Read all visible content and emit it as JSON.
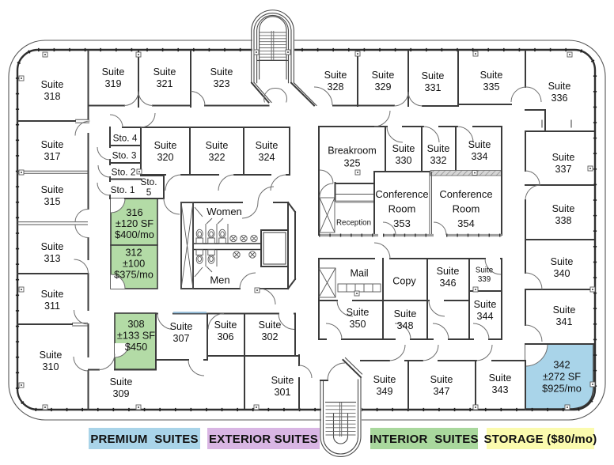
{
  "legend": {
    "items": [
      {
        "id": "premium",
        "label": "PREMIUM  SUITES",
        "color": "#a9d4e9"
      },
      {
        "id": "exterior",
        "label": "EXTERIOR SUITES",
        "color": "#d9b6e4"
      },
      {
        "id": "interior",
        "label": "INTERIOR  SUITES",
        "color": "#a9d89d"
      },
      {
        "id": "storage",
        "label": "STORAGE ($80/mo)",
        "color": "#fbfbae"
      }
    ]
  },
  "colors": {
    "premium_room": "#a9d4e9",
    "interior_room": "#b3dba6",
    "wall": "#3b3b3b",
    "suite307_accent": "#8fb9d6"
  },
  "rooms": [
    {
      "id": "318",
      "lines": [
        "Suite",
        "318"
      ],
      "type": "exterior"
    },
    {
      "id": "319",
      "lines": [
        "Suite",
        "319"
      ],
      "type": "exterior"
    },
    {
      "id": "321",
      "lines": [
        "Suite",
        "321"
      ],
      "type": "exterior"
    },
    {
      "id": "323",
      "lines": [
        "Suite",
        "323"
      ],
      "type": "exterior"
    },
    {
      "id": "328",
      "lines": [
        "Suite",
        "328"
      ],
      "type": "exterior"
    },
    {
      "id": "329",
      "lines": [
        "Suite",
        "329"
      ],
      "type": "exterior"
    },
    {
      "id": "331",
      "lines": [
        "Suite",
        "331"
      ],
      "type": "exterior"
    },
    {
      "id": "335",
      "lines": [
        "Suite",
        "335"
      ],
      "type": "exterior"
    },
    {
      "id": "336",
      "lines": [
        "Suite",
        "336"
      ],
      "type": "exterior"
    },
    {
      "id": "317",
      "lines": [
        "Suite",
        "317"
      ],
      "type": "exterior"
    },
    {
      "id": "315",
      "lines": [
        "Suite",
        "315"
      ],
      "type": "exterior"
    },
    {
      "id": "313",
      "lines": [
        "Suite",
        "313"
      ],
      "type": "exterior"
    },
    {
      "id": "311",
      "lines": [
        "Suite",
        "311"
      ],
      "type": "exterior"
    },
    {
      "id": "310",
      "lines": [
        "Suite",
        "310"
      ],
      "type": "exterior"
    },
    {
      "id": "337",
      "lines": [
        "Suite",
        "337"
      ],
      "type": "exterior"
    },
    {
      "id": "338",
      "lines": [
        "Suite",
        "338"
      ],
      "type": "exterior"
    },
    {
      "id": "340",
      "lines": [
        "Suite",
        "340"
      ],
      "type": "exterior"
    },
    {
      "id": "341",
      "lines": [
        "Suite",
        "341"
      ],
      "type": "exterior"
    },
    {
      "id": "sto4",
      "lines": [
        "Sto. 4"
      ],
      "type": "storage"
    },
    {
      "id": "sto3",
      "lines": [
        "Sto. 3"
      ],
      "type": "storage"
    },
    {
      "id": "sto2",
      "lines": [
        "Sto. 2"
      ],
      "type": "storage"
    },
    {
      "id": "sto1",
      "lines": [
        "Sto. 1"
      ],
      "type": "storage"
    },
    {
      "id": "sto5",
      "lines": [
        "Sto.",
        "5"
      ],
      "type": "storage"
    },
    {
      "id": "320",
      "lines": [
        "Suite",
        "320"
      ],
      "type": "interior"
    },
    {
      "id": "322",
      "lines": [
        "Suite",
        "322"
      ],
      "type": "interior"
    },
    {
      "id": "324",
      "lines": [
        "Suite",
        "324"
      ],
      "type": "interior"
    },
    {
      "id": "316",
      "lines": [
        "316",
        "±120 SF",
        "$400/mo"
      ],
      "type": "interior"
    },
    {
      "id": "312",
      "lines": [
        "312",
        "±100",
        "$375/mo"
      ],
      "type": "interior"
    },
    {
      "id": "308",
      "lines": [
        "308",
        "±133 SF",
        "$450"
      ],
      "type": "interior"
    },
    {
      "id": "342",
      "lines": [
        "342",
        "±272 SF",
        "$925/mo"
      ],
      "type": "premium"
    },
    {
      "id": "women",
      "lines": [
        "Women"
      ],
      "type": "common"
    },
    {
      "id": "men",
      "lines": [
        "Men"
      ],
      "type": "common"
    },
    {
      "id": "breakroom",
      "lines": [
        "Breakroom",
        "325"
      ],
      "type": "common"
    },
    {
      "id": "330",
      "lines": [
        "Suite",
        "330"
      ],
      "type": "interior"
    },
    {
      "id": "332",
      "lines": [
        "Suite",
        "332"
      ],
      "type": "interior"
    },
    {
      "id": "334",
      "lines": [
        "Suite",
        "334"
      ],
      "type": "interior"
    },
    {
      "id": "conf353",
      "lines": [
        "Conference",
        "Room",
        "353"
      ],
      "type": "common"
    },
    {
      "id": "conf354",
      "lines": [
        "Conference",
        "Room",
        "354"
      ],
      "type": "common"
    },
    {
      "id": "reception",
      "lines": [
        "Reception"
      ],
      "type": "common"
    },
    {
      "id": "mail",
      "lines": [
        "Mail"
      ],
      "type": "common"
    },
    {
      "id": "copy",
      "lines": [
        "Copy"
      ],
      "type": "common"
    },
    {
      "id": "346",
      "lines": [
        "Suite",
        "346"
      ],
      "type": "interior"
    },
    {
      "id": "339",
      "lines": [
        "Suite",
        "339"
      ],
      "type": "interior"
    },
    {
      "id": "344",
      "lines": [
        "Suite",
        "344"
      ],
      "type": "interior"
    },
    {
      "id": "350",
      "lines": [
        "Suite",
        "350"
      ],
      "type": "interior"
    },
    {
      "id": "348",
      "lines": [
        "Suite",
        "348"
      ],
      "type": "interior"
    },
    {
      "id": "307",
      "lines": [
        "Suite",
        "307"
      ],
      "type": "interior"
    },
    {
      "id": "306",
      "lines": [
        "Suite",
        "306"
      ],
      "type": "interior"
    },
    {
      "id": "302",
      "lines": [
        "Suite",
        "302"
      ],
      "type": "interior"
    },
    {
      "id": "309",
      "lines": [
        "Suite",
        "309"
      ],
      "type": "interior"
    },
    {
      "id": "301",
      "lines": [
        "Suite",
        "301"
      ],
      "type": "interior"
    },
    {
      "id": "349",
      "lines": [
        "Suite",
        "349"
      ],
      "type": "interior"
    },
    {
      "id": "347",
      "lines": [
        "Suite",
        "347"
      ],
      "type": "interior"
    },
    {
      "id": "343",
      "lines": [
        "Suite",
        "343"
      ],
      "type": "interior"
    }
  ]
}
